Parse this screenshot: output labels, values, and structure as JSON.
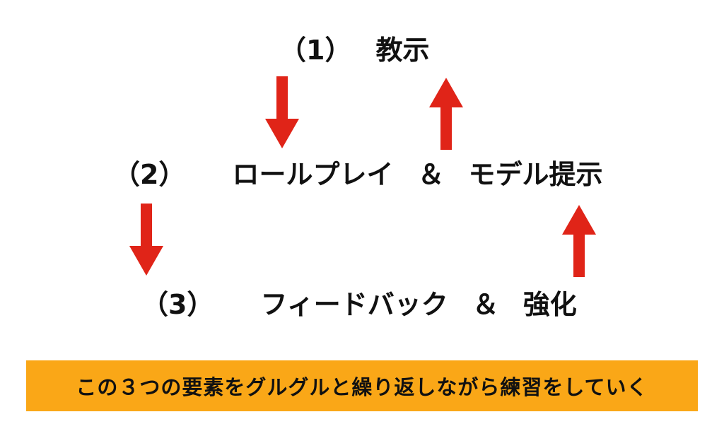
{
  "steps": [
    {
      "number": "（1）",
      "label": "教示"
    },
    {
      "number": "（2）",
      "label_a": "ロールプレイ",
      "connector": "＆",
      "label_b": "モデル提示"
    },
    {
      "number": "（3）",
      "label_a": "フィードバック",
      "connector": "＆",
      "label_b": "強化"
    }
  ],
  "banner": {
    "text": "この３つの要素をグルグルと繰り返しながら練習をしていく"
  },
  "colors": {
    "arrow": "#e02418",
    "banner_bg": "#faa717",
    "text": "#111111"
  }
}
